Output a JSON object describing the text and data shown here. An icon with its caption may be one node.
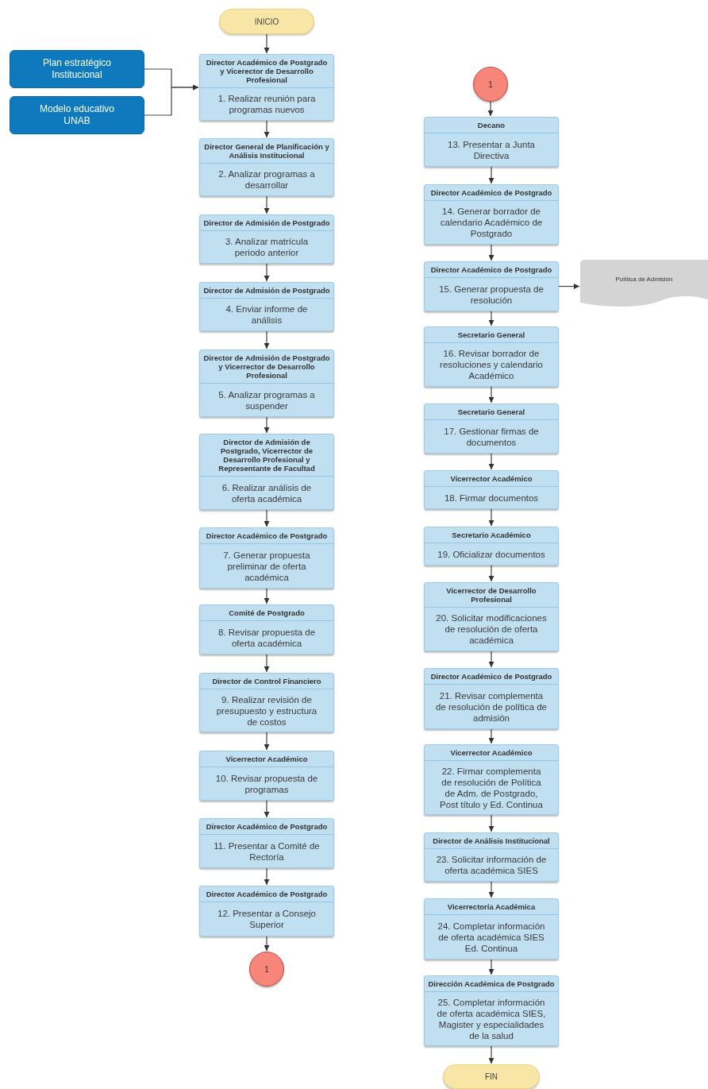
{
  "diagram": {
    "nodes": [
      {
        "text": [
          "INICIO"
        ]
      },
      {
        "text": [
          "Plan estratégico Institucional"
        ]
      },
      {
        "text": [
          "Modelo educativo UNAB"
        ]
      },
      {
        "text": [
          "Director Académico de Postgrado y Vicerector de Desarrollo Profesional",
          "1. Realizar reunión para programas nuevos"
        ]
      },
      {
        "text": [
          "Director General de Planificación y Análisis Institucional",
          "2. Analizar programas a desarrollar"
        ]
      },
      {
        "text": [
          "Director de Admisión de Postgrado",
          "3. Analizar matrícula periodo anterior"
        ]
      },
      {
        "text": [
          "Director de Admisión de Postgrado",
          "4. Enviar informe de análisis"
        ]
      },
      {
        "text": [
          "Director de Admisión de Postgrado y Vicerrector de Desarrollo Profesional",
          "5. Analizar programas a suspender"
        ]
      },
      {
        "text": [
          "Director de Admisión de Postgrado, Vicerrector de Desarrollo Profesional y Representante de Facultad",
          "6. Realizar análisis de oferta académica"
        ]
      },
      {
        "text": [
          "Director Académico de Postgrado",
          "7. Generar propuesta preliminar de oferta académica"
        ]
      },
      {
        "text": [
          "Comité de Postgrado",
          "8. Revisar propuesta de oferta académica"
        ]
      },
      {
        "text": [
          "Director de Control Financiero",
          "9. Realizar revisión de presupuesto y estructura de costos"
        ]
      },
      {
        "text": [
          "Vicerrector Académico",
          "10. Revisar propuesta de programas"
        ]
      },
      {
        "text": [
          "Director Académico de Postgrado",
          "11. Presentar a Comité de Rectoría"
        ]
      },
      {
        "text": [
          "Director Académico de Postgrado",
          "12. Presentar a Consejo Superior"
        ]
      },
      {
        "text": [
          "1"
        ]
      },
      {
        "text": [
          "1"
        ]
      },
      {
        "text": [
          "Decano",
          "13. Presentar a Junta Directiva"
        ]
      },
      {
        "text": [
          "Director Académico de Postgrado",
          "14. Generar borrador de calendario Académico de Postgrado"
        ]
      },
      {
        "text": [
          "Director Académico de Postgrado",
          "15. Generar propuesta de resolución"
        ]
      },
      {
        "text": [
          "Secretario General",
          "16. Revisar borrador de resoluciones y calendario Académico"
        ]
      },
      {
        "text": [
          "Secretario General",
          "17. Gestionar firmas de documentos"
        ]
      },
      {
        "text": [
          "Vicerrector Académico",
          "18. Firmar documentos"
        ]
      },
      {
        "text": [
          "Secretario Académico",
          "19. Oficializar documentos"
        ]
      },
      {
        "text": [
          "Vicerrector de Desarrollo Profesional",
          "20. Solicitar modificaciones de resolución de oferta académica"
        ]
      },
      {
        "text": [
          "Director Académico de Postgrado",
          "21. Revisar complementa de resolución de política de admisión"
        ]
      },
      {
        "text": [
          "Vicerrector Académico",
          "22. Firmar complementa de resolución de Política de Adm. de Postgrado, Post título y Ed. Continua"
        ]
      },
      {
        "text": [
          "Director de Análisis Institucional",
          "23. Solicitar información de oferta académica SIES"
        ]
      },
      {
        "text": [
          "Vicerrectoría Académica",
          "24. Completar información de oferta académica SIES Ed. Continua"
        ]
      },
      {
        "text": [
          "Dirección Académica de Postgrado",
          "25. Completar información de oferta académica SIES, Magister y especialidades de la salud"
        ]
      },
      {
        "text": [
          "Política de Admisión"
        ]
      },
      {
        "text": [
          "FIN"
        ]
      }
    ],
    "edges": [
      {
        "from": 0,
        "to": 3,
        "arrow": "to"
      },
      {
        "from": 1,
        "to": 3,
        "arrow": "to"
      },
      {
        "from": 2,
        "to": 3,
        "arrow": "to"
      },
      {
        "from": 3,
        "to": 4,
        "arrow": "to"
      },
      {
        "from": 4,
        "to": 5,
        "arrow": "to"
      },
      {
        "from": 5,
        "to": 6,
        "arrow": "to"
      },
      {
        "from": 6,
        "to": 7,
        "arrow": "to"
      },
      {
        "from": 7,
        "to": 8,
        "arrow": "to"
      },
      {
        "from": 8,
        "to": 9,
        "arrow": "to"
      },
      {
        "from": 9,
        "to": 10,
        "arrow": "to"
      },
      {
        "from": 10,
        "to": 11,
        "arrow": "to"
      },
      {
        "from": 11,
        "to": 12,
        "arrow": "to"
      },
      {
        "from": 12,
        "to": 13,
        "arrow": "to"
      },
      {
        "from": 13,
        "to": 14,
        "arrow": "to"
      },
      {
        "from": 14,
        "to": 15,
        "arrow": "to"
      },
      {
        "from": 16,
        "to": 17,
        "arrow": "to"
      },
      {
        "from": 17,
        "to": 18,
        "arrow": "to"
      },
      {
        "from": 18,
        "to": 19,
        "arrow": "to"
      },
      {
        "from": 19,
        "to": 30,
        "arrow": "to"
      },
      {
        "from": 19,
        "to": 20,
        "arrow": "to"
      },
      {
        "from": 20,
        "to": 21,
        "arrow": "to"
      },
      {
        "from": 21,
        "to": 22,
        "arrow": "to"
      },
      {
        "from": 22,
        "to": 23,
        "arrow": "to"
      },
      {
        "from": 23,
        "to": 24,
        "arrow": "to"
      },
      {
        "from": 24,
        "to": 25,
        "arrow": "to"
      },
      {
        "from": 25,
        "to": 26,
        "arrow": "to"
      },
      {
        "from": 26,
        "to": 27,
        "arrow": "to"
      },
      {
        "from": 27,
        "to": 28,
        "arrow": "to"
      },
      {
        "from": 28,
        "to": 29,
        "arrow": "to"
      },
      {
        "from": 29,
        "to": 31,
        "arrow": "to"
      }
    ]
  }
}
